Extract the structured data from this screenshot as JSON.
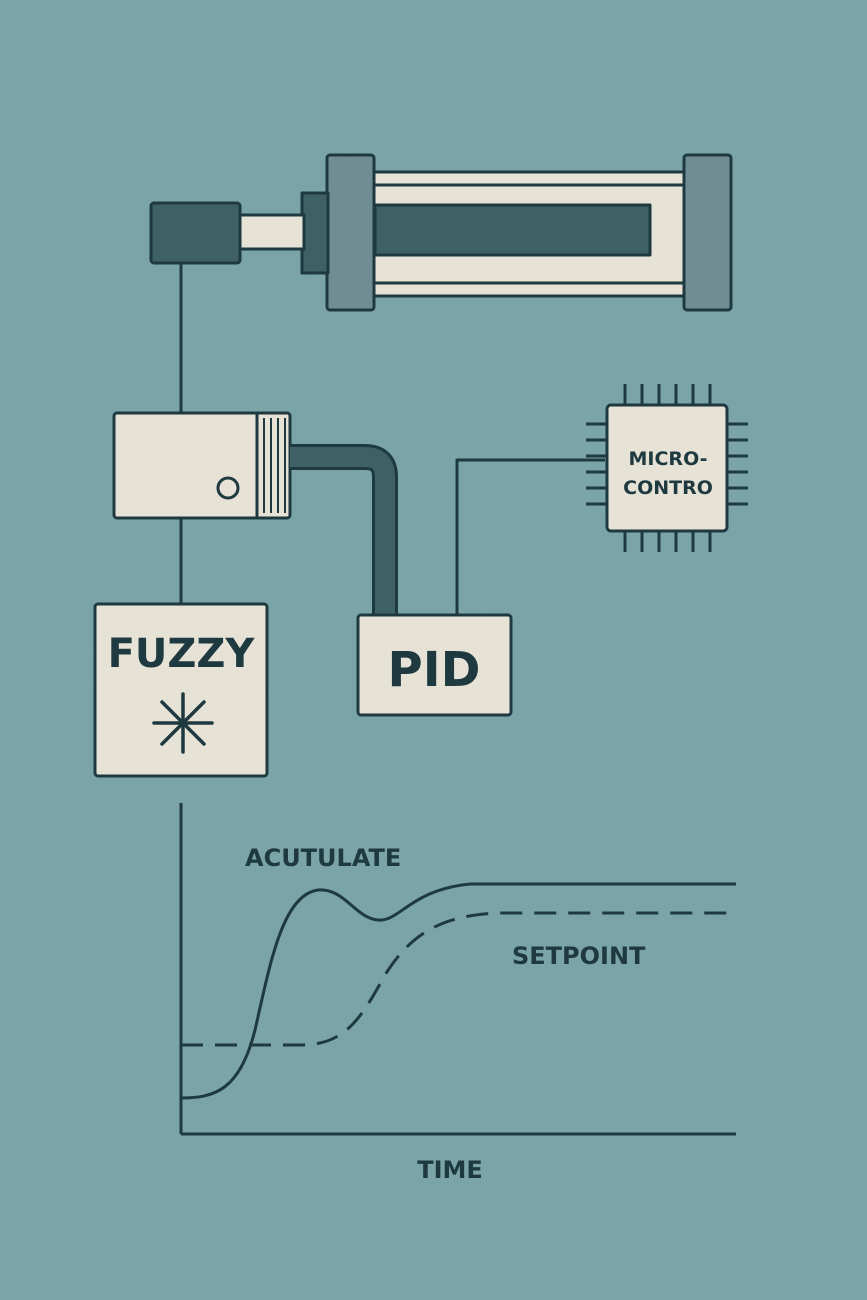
{
  "colors": {
    "background": "#7aa5a8",
    "ink": "#1e3a40",
    "panel": "#e6e2d6",
    "metal": "#6f8d92",
    "dark_fill": "#3f6065"
  },
  "labels": {
    "fuzzy": "FUZZY",
    "pid": "PID",
    "micro_line1": "MICRO-",
    "micro_line2": "CONTRO",
    "actuator_curve": "ACUTULATE",
    "setpoint_curve": "SETPOINT",
    "time_axis": "TIME"
  },
  "icons": [
    "fuzzy-asterisk-icon",
    "microcontroller-chip-icon",
    "pneumatic-cylinder-icon",
    "valve-icon"
  ]
}
